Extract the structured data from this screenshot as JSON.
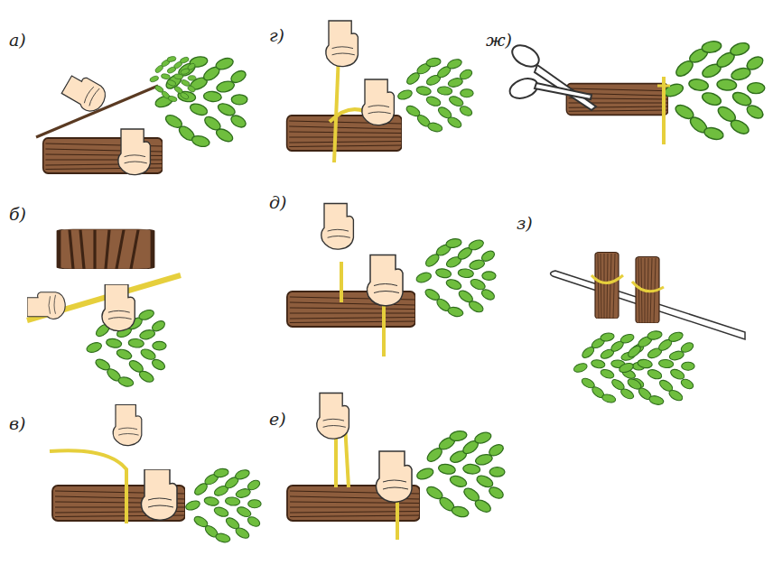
{
  "diagram": {
    "labels": [
      "а)",
      "г)",
      "ж)",
      "б)",
      "д)",
      "з)",
      "в)",
      "е)"
    ]
  }
}
